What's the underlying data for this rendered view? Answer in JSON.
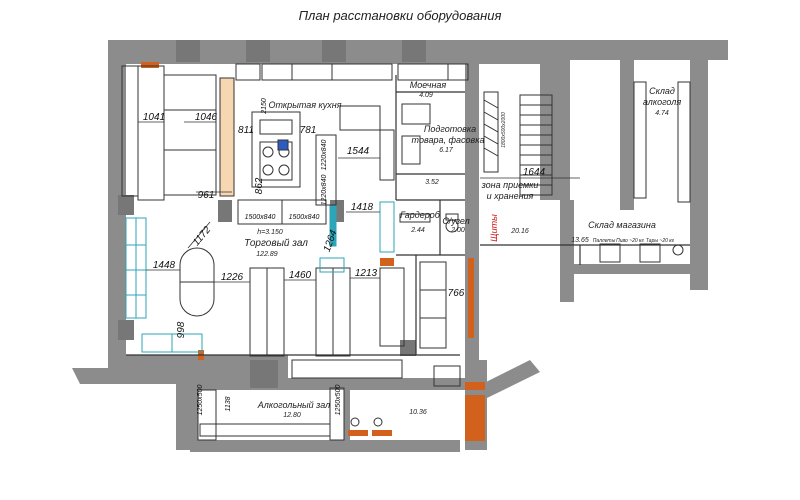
{
  "title": "План расстановки оборудования",
  "colors": {
    "wall": "#8c8c8c",
    "wall_dark": "#6f6f6f",
    "accent": "#d2611e",
    "equipment": "#2ca5b8",
    "line": "#333333",
    "red": "#d01515",
    "bg": "#ffffff"
  },
  "rooms": {
    "open_kitchen": "Открытая кухня",
    "washroom": "Моечная",
    "washroom_area": "4.09",
    "prep": "Подготовка",
    "prep2": "товара, фасовка",
    "prep_area": "6.17",
    "small_area": "3.52",
    "receiving": "зона приемки",
    "receiving2": "и хранения",
    "receiving_area": "20.16",
    "alc_storage": "Склад",
    "alc_storage2": "алкоголя",
    "alc_storage_area": "4.74",
    "shop_storage": "Склад магазина",
    "shop_storage_area": "13.65",
    "cloakroom": "Гардероб",
    "cloakroom_area": "2.44",
    "wc": "С/узел",
    "wc_area": "2.00",
    "panels": "Щиты",
    "sales_hall": "Торговый зал",
    "sales_hall_area": "122.89",
    "ceiling_height": "h=3.150",
    "alc_hall": "Алкогольный зал",
    "alc_hall_area": "12.80",
    "corner_area": "10.36"
  },
  "notes": {
    "pallets_left": "Паллеты",
    "pallets_right": "Тары ~20 кг",
    "pallets_mid": "Пиво ~20 кг",
    "rack_size": "1800x500x2000"
  },
  "dimensions": {
    "d1041": "1041",
    "d1046": "1046",
    "d811": "811",
    "d781": "781",
    "d2150": "2150",
    "d961": "961",
    "d862": "862",
    "d1544": "1544",
    "d1418": "1418",
    "d1644": "1644",
    "d1172": "1172",
    "d1264": "1264",
    "d1448": "1448",
    "d1226": "1226",
    "d1460": "1460",
    "d1213": "1213",
    "d766": "766",
    "d998": "998",
    "d1138": "1138",
    "b1500_1": "1500x840",
    "b1500_2": "1500x840",
    "b1220": "1220x840",
    "b1220b": "1220x840",
    "b1250a": "1250x500",
    "b1250b": "1250x500"
  }
}
